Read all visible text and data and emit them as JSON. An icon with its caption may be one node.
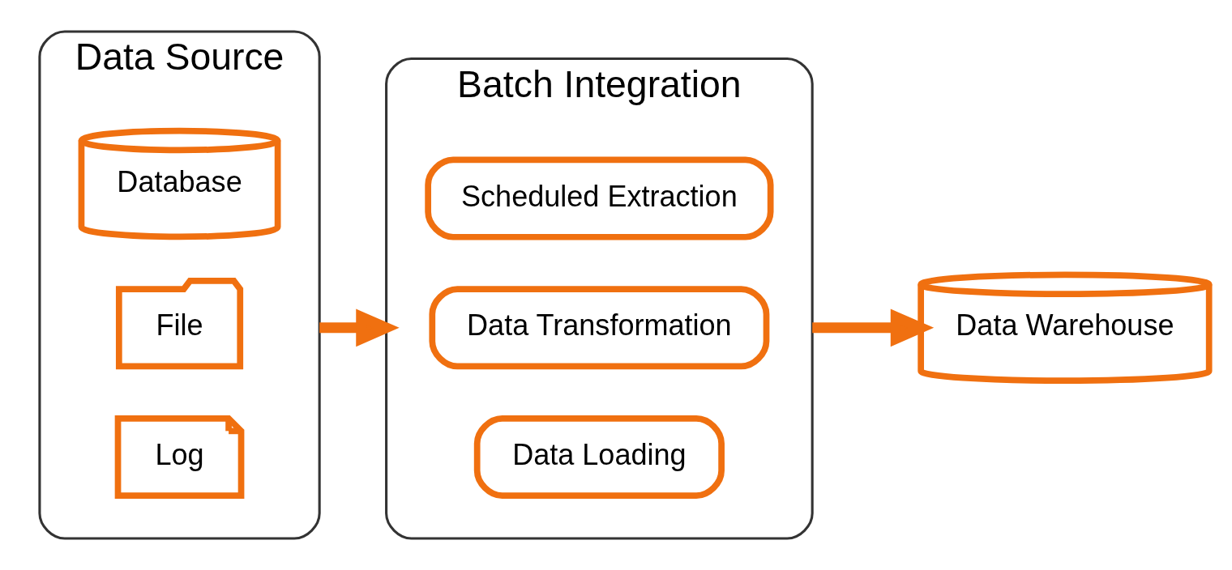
{
  "diagram": {
    "nodes": [
      {
        "text": [
          "Data Source"
        ]
      },
      {
        "text": [
          "Database"
        ],
        "in": 0
      },
      {
        "text": [
          "File"
        ],
        "in": 0
      },
      {
        "text": [
          "Log"
        ],
        "in": 0
      },
      {
        "text": [
          "Batch Integration"
        ]
      },
      {
        "text": [
          "Scheduled Extraction"
        ],
        "in": 4
      },
      {
        "text": [
          "Data Transformation"
        ],
        "in": 4
      },
      {
        "text": [
          "Data Loading"
        ],
        "in": 4
      },
      {
        "text": [
          "Data Warehouse"
        ]
      }
    ],
    "edges": [
      {
        "from": 0,
        "to": 4,
        "arrow": "to"
      },
      {
        "from": 4,
        "to": 8,
        "arrow": "to"
      }
    ]
  }
}
